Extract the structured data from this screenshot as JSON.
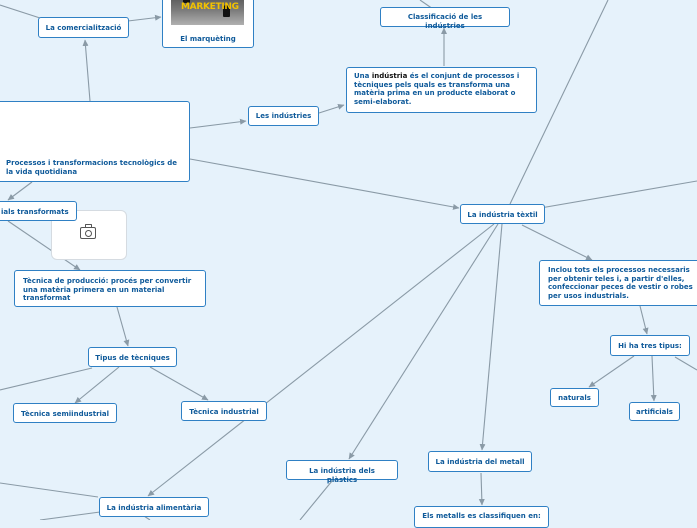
{
  "nodes": {
    "comercialitzacio": "La comercialització",
    "marqueting": "El marquèting",
    "marqueting_image": "MARKETING",
    "classificacio": "Classificació de les indústries",
    "industria_def_pre": "Una ",
    "industria_def_word": "indústria",
    "industria_def_post": " és el conjunt de processos i tècniques pels quals es transforma una matèria prima en un producte elaborat o semi-elaborat.",
    "processos": "Processos i transformacions tecnològics de la vida quotidiana",
    "industries": "Les indústries",
    "materials": "ials transformats",
    "textil": "La indústria tèxtil",
    "tecnica_produccio": "Tècnica de producció: procés per convertir una matèria primera en un material transformat",
    "inclou": "Inclou tots els processos necessaris per obtenir teles i, a partir d'elles, confeccionar peces de vestir o robes per usos industrials.",
    "tipus_tecniques": "Tipus de tècniques",
    "tres_tipus": "Hi ha tres tipus:",
    "semiindustrial": "Tècnica semiindustrial",
    "industrial": "Tècnica industrial",
    "naturals": "naturals",
    "artificials": "artificials",
    "plastics": "La indústria dels plàstics",
    "metall": "La indústria del metall",
    "alimentaria": "La indústria alimentària",
    "metalls_classifiquen": "Els metalls es classifiquen en:"
  },
  "colors": {
    "background": "#e6f2fb",
    "connector": "#8a9aa6",
    "node_border": "#2f80c4",
    "node_text": "#0f5a9a"
  }
}
